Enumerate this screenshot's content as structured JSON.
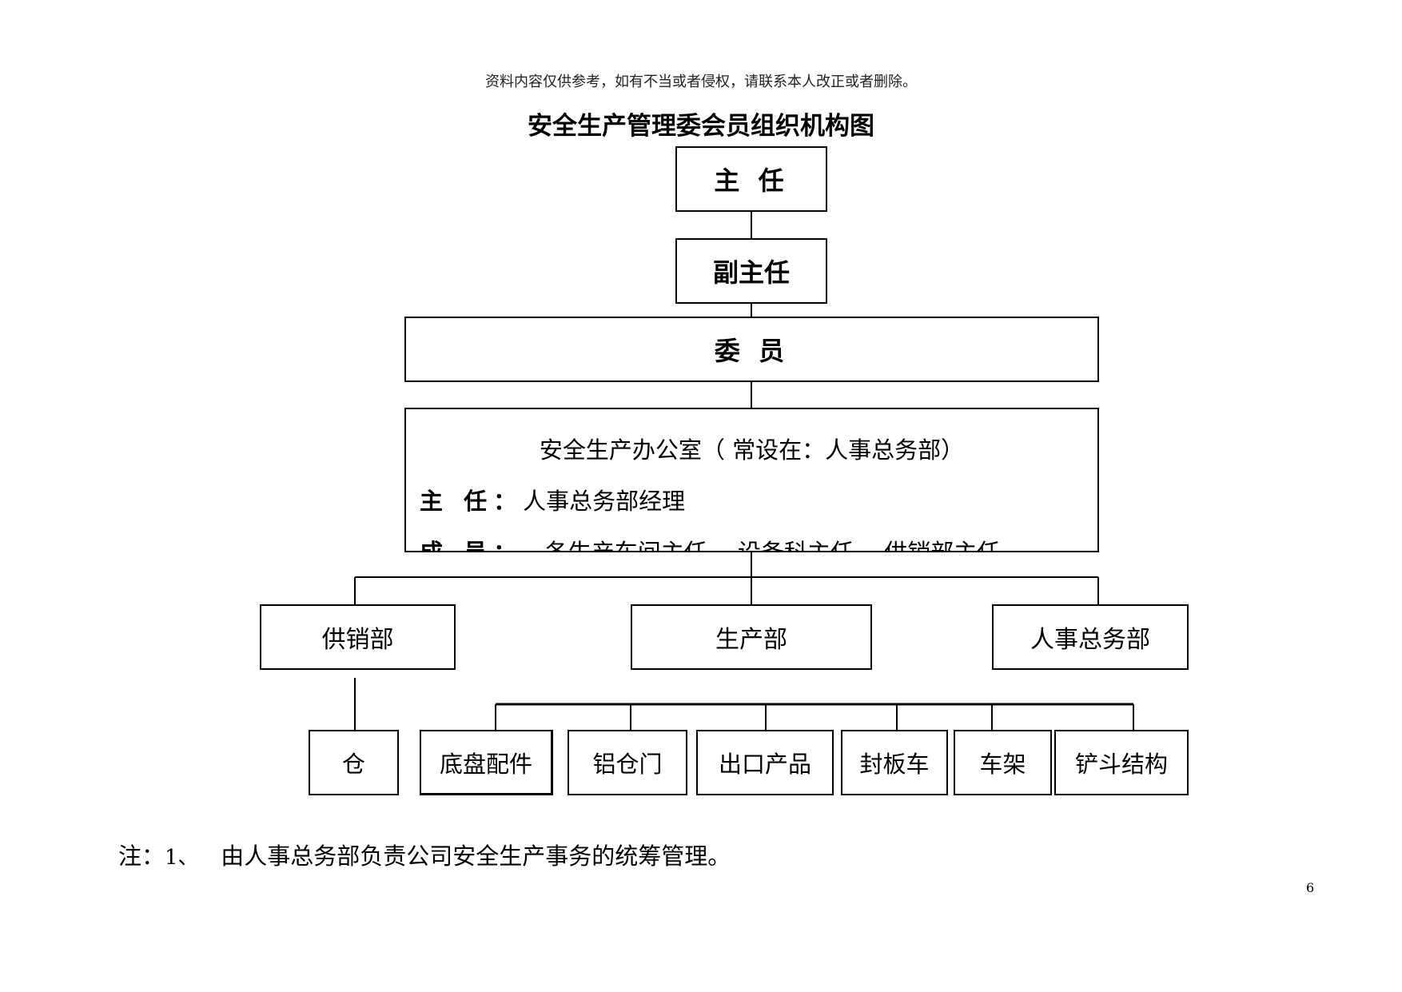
{
  "header": {
    "disclaimer": "资料内容仅供参考，如有不当或者侵权，请联系本人改正或者删除。",
    "title": "安全生产管理委会员组织机构图"
  },
  "chart": {
    "director": "主 任",
    "deputy": "副主任",
    "committee": "委 员",
    "office": {
      "heading": "安全生产办公室（ 常设在：人事总务部）",
      "director_label": "主 任：",
      "director_value": "人事总务部经理",
      "members_label": "成 员：",
      "members_value": "各生产车间主任、 设备科主任、 供销部主任"
    },
    "departments": [
      "供销部",
      "生产部",
      "人事总务部"
    ],
    "units": [
      "仓",
      "底盘配件",
      "铝仓门",
      "出口产品",
      "封板车",
      "车架",
      "铲斗结构"
    ]
  },
  "footer": {
    "note_prefix": "注：",
    "note_num": "1、",
    "note_text": "由人事总务部负责公司安全生产事务的统筹管理。",
    "page_number": "6"
  }
}
